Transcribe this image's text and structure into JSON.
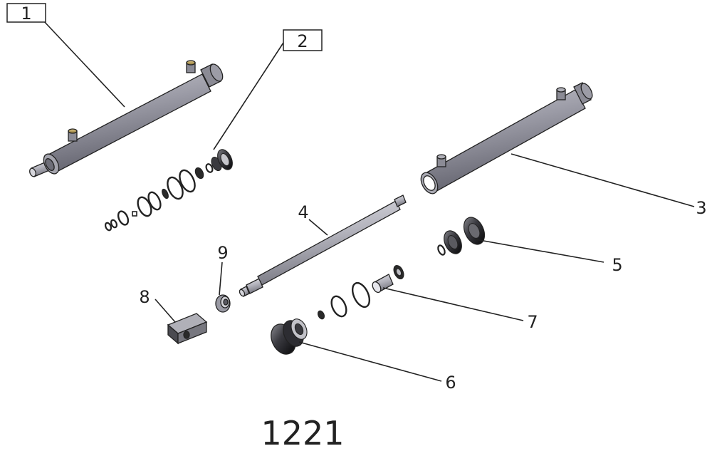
{
  "diagram": {
    "title": "1221",
    "callouts": {
      "c1": "1",
      "c2": "2",
      "c3": "3",
      "c4": "4",
      "c5": "5",
      "c6": "6",
      "c7": "7",
      "c8": "8",
      "c9": "9"
    }
  },
  "colors": {
    "cylinder": "#8f8f9a",
    "rod": "#b4b4bd",
    "seal": "#2a2a2a",
    "line": "#222222"
  }
}
